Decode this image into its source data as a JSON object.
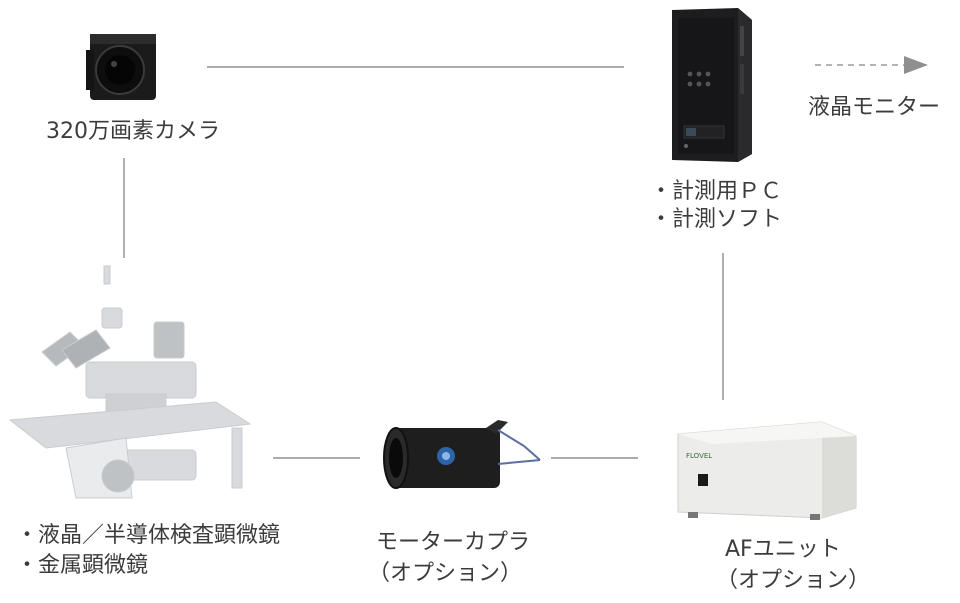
{
  "nodes": {
    "camera": {
      "label": "320万画素カメラ",
      "icon": "camera-icon"
    },
    "pc": {
      "lines": [
        "・計測用ＰＣ",
        "・計測ソフト"
      ],
      "icon": "desktop-pc-icon"
    },
    "monitor": {
      "label": "液晶モニター",
      "icon": "arrow-right-icon"
    },
    "microscope": {
      "lines": [
        "・液晶／半導体検査顕微鏡",
        "・金属顕微鏡"
      ],
      "icon": "microscope-icon"
    },
    "coupler": {
      "lines": [
        "モーターカプラ",
        "（オプション）"
      ],
      "icon": "motor-coupler-icon"
    },
    "af_unit": {
      "lines": [
        "AFユニット",
        "（オプション）"
      ],
      "device_brand": "FLOVEL",
      "icon": "control-box-icon"
    }
  },
  "colors": {
    "line": "#7a7a7a",
    "arrow": "#9a9a9a",
    "text": "#3c3c3c",
    "device_dark": "#1e1e1e",
    "device_light": "#efefed",
    "microscope_ghost": "#c9ccd0"
  }
}
